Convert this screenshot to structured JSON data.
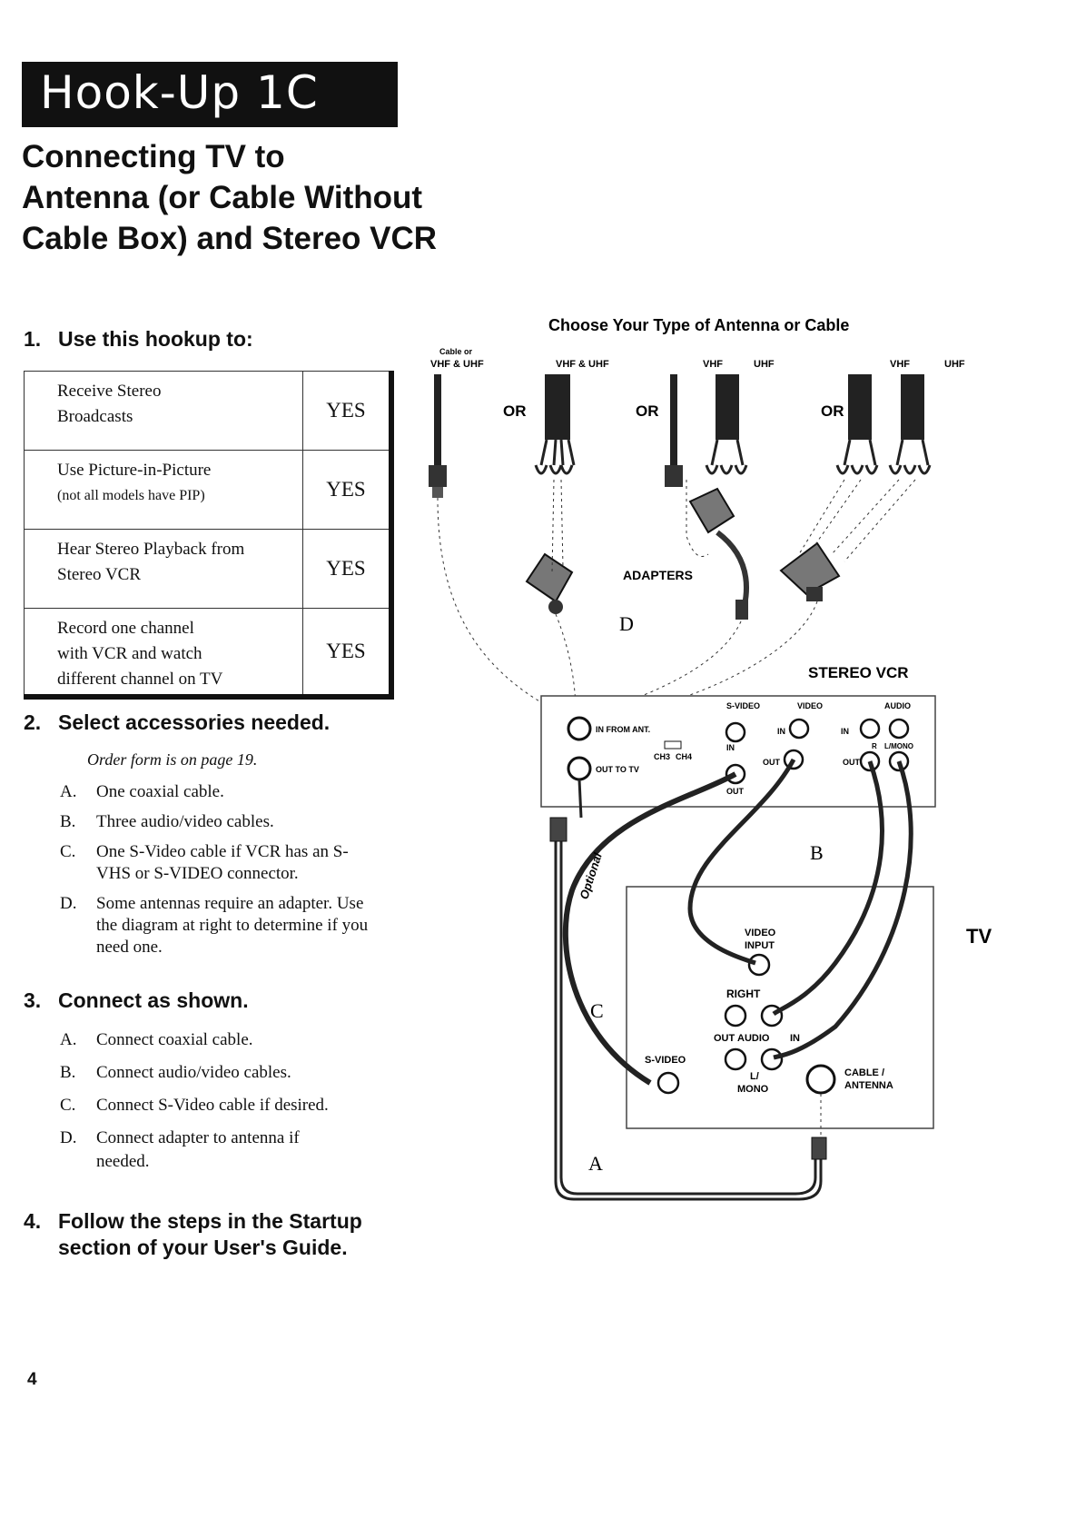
{
  "banner": "Hook-Up 1C",
  "title_lines": [
    "Connecting TV to",
    "Antenna (or Cable Without",
    "Cable Box) and Stereo VCR"
  ],
  "steps": {
    "s1": {
      "num": "1.",
      "text": "Use this hookup to:"
    },
    "s2": {
      "num": "2.",
      "text": "Select accessories needed."
    },
    "s3": {
      "num": "3.",
      "text": "Connect as shown."
    },
    "s4": {
      "num": "4.",
      "text_line1": "Follow the steps in the Startup",
      "text_line2": "section of your User's Guide."
    }
  },
  "uses_table": [
    {
      "line1": "Receive Stereo",
      "line2": "Broadcasts",
      "line3": "",
      "answer": "YES"
    },
    {
      "line1": "Use Picture-in-Picture",
      "line2": "(not all models have PIP)",
      "line3": "",
      "answer": "YES"
    },
    {
      "line1": "Hear Stereo Playback from",
      "line2": "Stereo VCR",
      "line3": "",
      "answer": "YES"
    },
    {
      "line1": "Record one channel",
      "line2": "with VCR and watch",
      "line3": "different channel on TV",
      "answer": "YES"
    }
  ],
  "order_note": "Order form is on page 19.",
  "accessories": [
    {
      "letter": "A.",
      "text": "One coaxial cable."
    },
    {
      "letter": "B.",
      "text": "Three audio/video cables."
    },
    {
      "letter": "C.",
      "text": "One S-Video cable if VCR has an S-VHS or S-VIDEO connector."
    },
    {
      "letter": "D.",
      "text": "Some antennas require an adapter. Use the diagram at right to determine if you need one."
    }
  ],
  "connect_steps": [
    {
      "letter": "A.",
      "text": "Connect coaxial cable."
    },
    {
      "letter": "B.",
      "text": "Connect audio/video cables."
    },
    {
      "letter": "C.",
      "text": "Connect S-Video cable if desired."
    },
    {
      "letter": "D.",
      "text": "Connect adapter to antenna if needed."
    }
  ],
  "page_number": "4",
  "diagram": {
    "heading": "Choose Your Type of Antenna or Cable",
    "ant1_label_1": "Cable or",
    "ant1_label_2": "VHF & UHF",
    "ant2_label": "VHF & UHF",
    "vhf": "VHF",
    "uhf": "UHF",
    "or": "OR",
    "adapters": "ADAPTERS",
    "letter_d": "D",
    "stereo_vcr": "STEREO VCR",
    "vcr_svideo": "S-VIDEO",
    "vcr_video": "VIDEO",
    "vcr_audio": "AUDIO",
    "vcr_in_from_ant": "IN FROM ANT.",
    "vcr_out_to_tv": "OUT TO TV",
    "vcr_ch3": "CH3",
    "vcr_ch4": "CH4",
    "vcr_in": "IN",
    "vcr_out": "OUT",
    "vcr_r": "R",
    "vcr_lmono": "L/MONO",
    "optional": "Optional",
    "letter_b": "B",
    "letter_c": "C",
    "letter_a": "A",
    "tv": "TV",
    "tv_video_input_1": "VIDEO",
    "tv_video_input_2": "INPUT",
    "tv_right": "RIGHT",
    "tv_out": "OUT",
    "tv_audio": "AUDIO",
    "tv_in": "IN",
    "tv_svideo": "S-VIDEO",
    "tv_l": "L/",
    "tv_mono": "MONO",
    "tv_cable_1": "CABLE /",
    "tv_cable_2": "ANTENNA"
  }
}
